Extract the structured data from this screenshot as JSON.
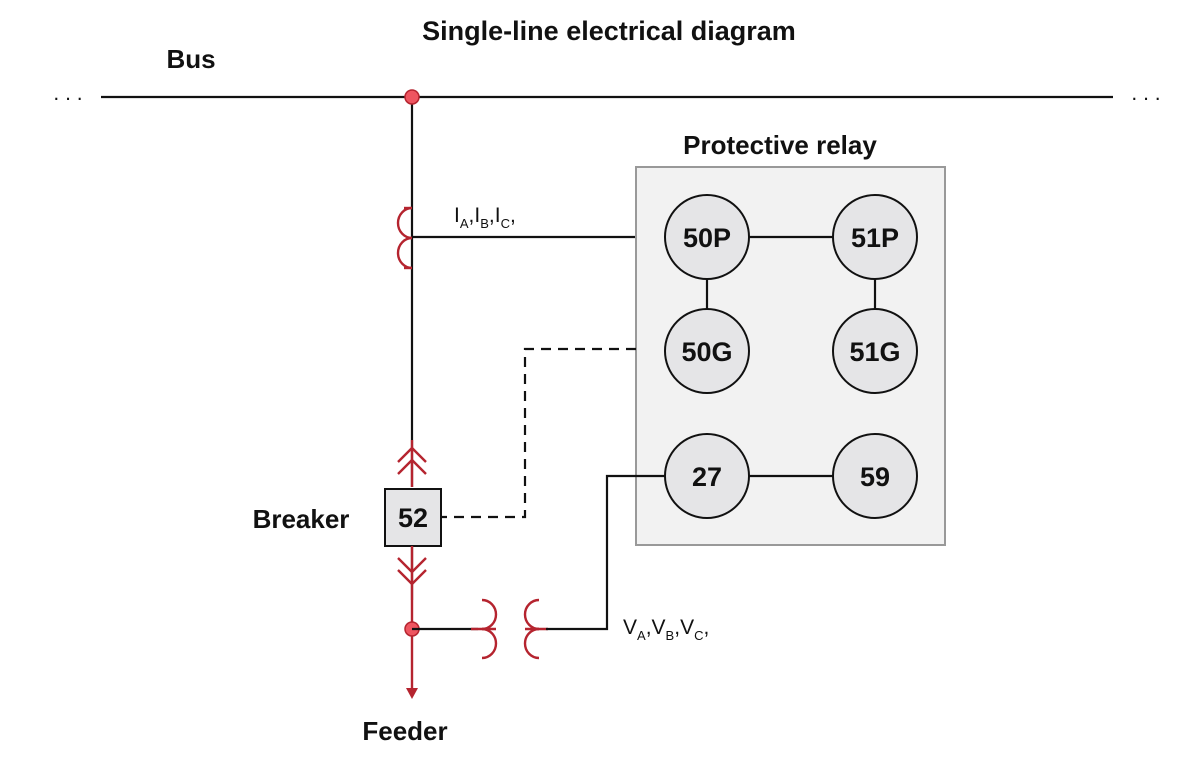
{
  "title": "Single-line electrical diagram",
  "labels": {
    "bus": "Bus",
    "breaker": "Breaker",
    "feeder": "Feeder",
    "relay": "Protective relay",
    "ellipsis": ". . ."
  },
  "breaker": {
    "id": "52"
  },
  "current_signals": [
    {
      "main": "I",
      "sub": "A",
      "sep": ","
    },
    {
      "main": "I",
      "sub": "B",
      "sep": ","
    },
    {
      "main": "I",
      "sub": "C",
      "sep": ","
    }
  ],
  "voltage_signals": [
    {
      "main": "V",
      "sub": "A",
      "sep": ","
    },
    {
      "main": "V",
      "sub": "B",
      "sep": ","
    },
    {
      "main": "V",
      "sub": "C",
      "sep": ","
    }
  ],
  "relay_functions": [
    "50P",
    "51P",
    "50G",
    "51G",
    "27",
    "59"
  ],
  "colors": {
    "conductor": "#111111",
    "instrument_transformer": "#b5242f",
    "junction": "#ee5560",
    "relay_box": "#f2f2f2",
    "node_fill": "#e5e5e7"
  }
}
